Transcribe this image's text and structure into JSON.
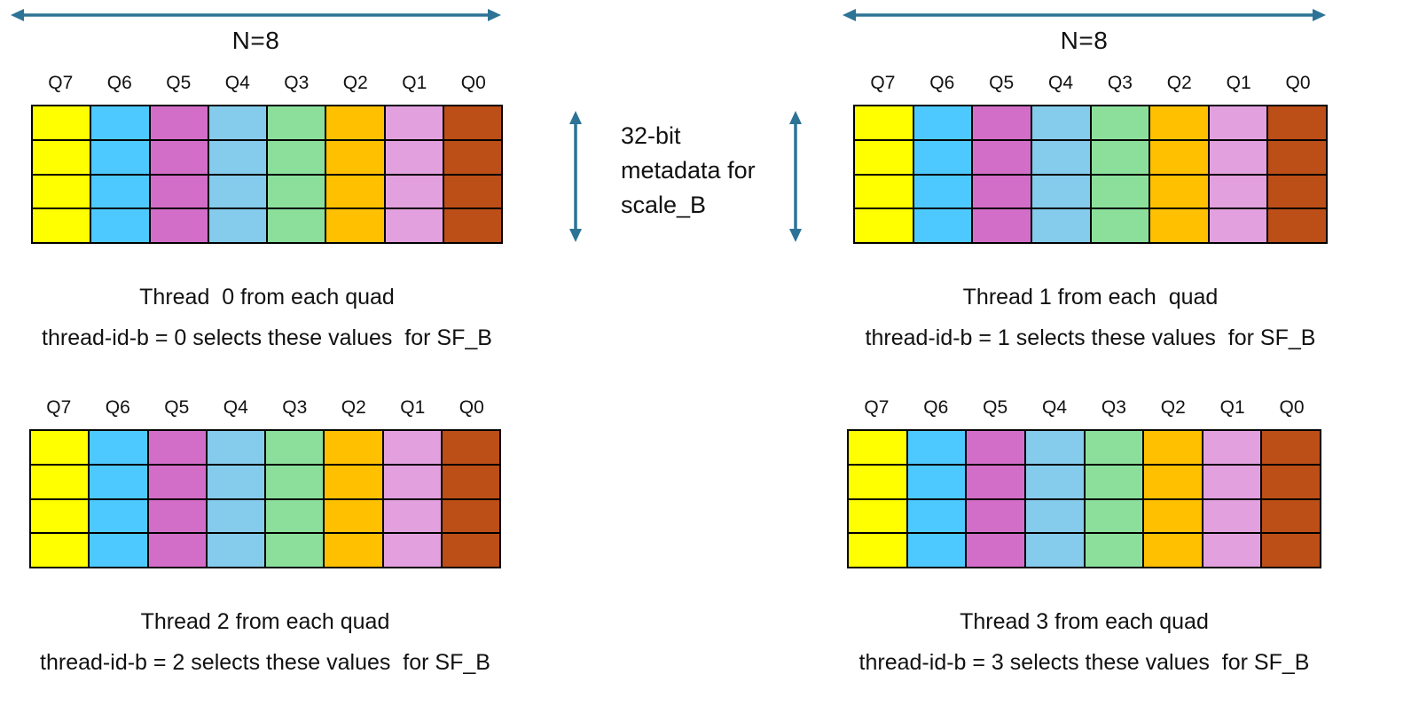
{
  "n_label": "N=8",
  "metadata_label": "32-bit metadata for scale_B",
  "arrow_color": "#2D7396",
  "grid": {
    "rows": 4,
    "columns": [
      "Q7",
      "Q6",
      "Q5",
      "Q4",
      "Q3",
      "Q2",
      "Q1",
      "Q0"
    ],
    "column_colors": [
      "#FFFF00",
      "#4DC9FF",
      "#D36EC8",
      "#85CBEB",
      "#8BDF9B",
      "#FFC000",
      "#E2A0DE",
      "#BC4E17"
    ],
    "line_color": "#000000"
  },
  "panels": [
    {
      "name": "thread-0",
      "caption1": "Thread  0 from each quad",
      "caption2": "thread-id-b = 0 selects these values  for SF_B"
    },
    {
      "name": "thread-1",
      "caption1": "Thread 1 from each  quad",
      "caption2": "thread-id-b = 1 selects these values  for SF_B"
    },
    {
      "name": "thread-2",
      "caption1": "Thread 2 from each quad",
      "caption2": "thread-id-b = 2 selects these values  for SF_B"
    },
    {
      "name": "thread-3",
      "caption1": "Thread 3 from each quad",
      "caption2": "thread-id-b = 3 selects these values  for SF_B"
    }
  ]
}
